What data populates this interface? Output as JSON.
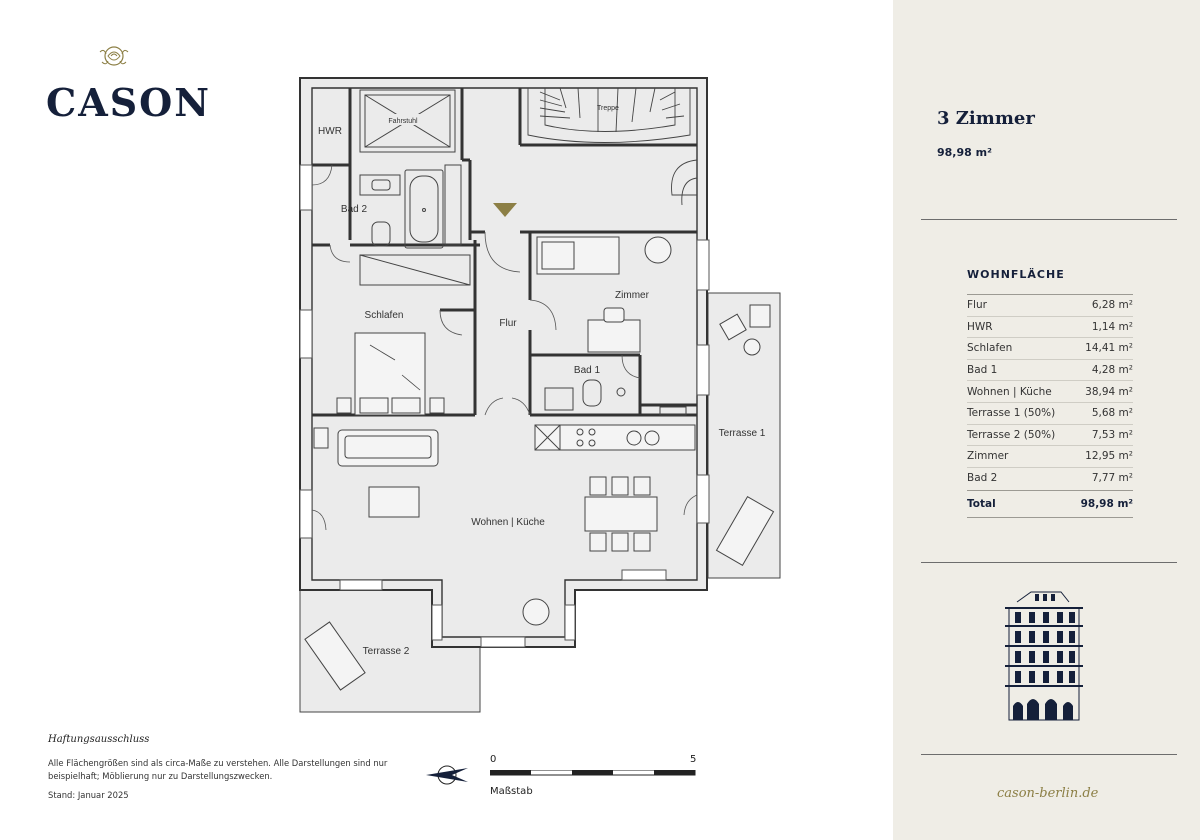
{
  "brand": {
    "name": "CASON"
  },
  "apartment": {
    "title": "3 Zimmer",
    "size": "98,98 m²"
  },
  "area_table": {
    "heading": "WOHNFLÄCHE",
    "rows": [
      {
        "name": "Flur",
        "value": "6,28 m²"
      },
      {
        "name": "HWR",
        "value": "1,14 m²"
      },
      {
        "name": "Schlafen",
        "value": "14,41 m²"
      },
      {
        "name": "Bad 1",
        "value": "4,28 m²"
      },
      {
        "name": "Wohnen | Küche",
        "value": "38,94 m²"
      },
      {
        "name": "Terrasse 1 (50%)",
        "value": "5,68 m²"
      },
      {
        "name": "Terrasse 2 (50%)",
        "value": "7,53 m²"
      },
      {
        "name": "Zimmer",
        "value": "12,95 m²"
      },
      {
        "name": "Bad 2",
        "value": "7,77 m²"
      }
    ],
    "total": {
      "name": "Total",
      "value": "98,98 m²"
    }
  },
  "plan_labels": {
    "hwr": "HWR",
    "fahrstuhl": "Fahrstuhl",
    "treppe": "Treppe",
    "bad2": "Bad 2",
    "schlafen": "Schlafen",
    "flur": "Flur",
    "zimmer": "Zimmer",
    "bad1": "Bad 1",
    "wohnen": "Wohnen | Küche",
    "terrasse1": "Terrasse 1",
    "terrasse2": "Terrasse 2"
  },
  "disclaimer": {
    "title": "Haftungsausschluss",
    "text": "Alle Flächengrößen sind als circa-Maße zu verstehen. Alle Darstellungen sind nur beispielhaft; Möblierung nur zu Darstellungszwecken.",
    "date": "Stand: Januar 2025"
  },
  "scale": {
    "start": "0",
    "end": "5",
    "label": "Maßstab"
  },
  "website": "cason-berlin.de",
  "colors": {
    "navy": "#15203a",
    "gold": "#8c7f45",
    "panel": "#efede6",
    "floor": "#ebebeb"
  }
}
